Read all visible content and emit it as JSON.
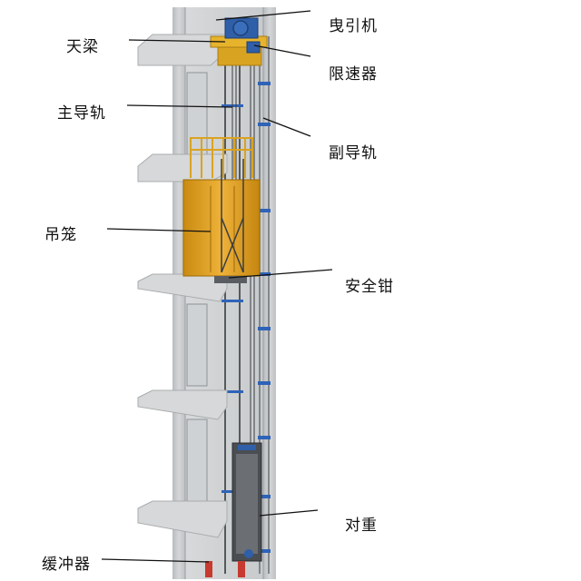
{
  "labels": {
    "traction_machine": "曳引机",
    "top_beam": "天梁",
    "speed_governor": "限速器",
    "main_guide_rail": "主导轨",
    "aux_guide_rail": "副导轨",
    "cage": "吊笼",
    "safety_gear": "安全钳",
    "counterweight": "对重",
    "buffer": "缓冲器"
  },
  "colors": {
    "shaft_wall": "#c9ccce",
    "slab": "#d6d8d9",
    "cage_body": "#e0a21d",
    "machine": "#2f5fa8",
    "rail_bracket": "#2e63b8",
    "leader": "#111111"
  }
}
